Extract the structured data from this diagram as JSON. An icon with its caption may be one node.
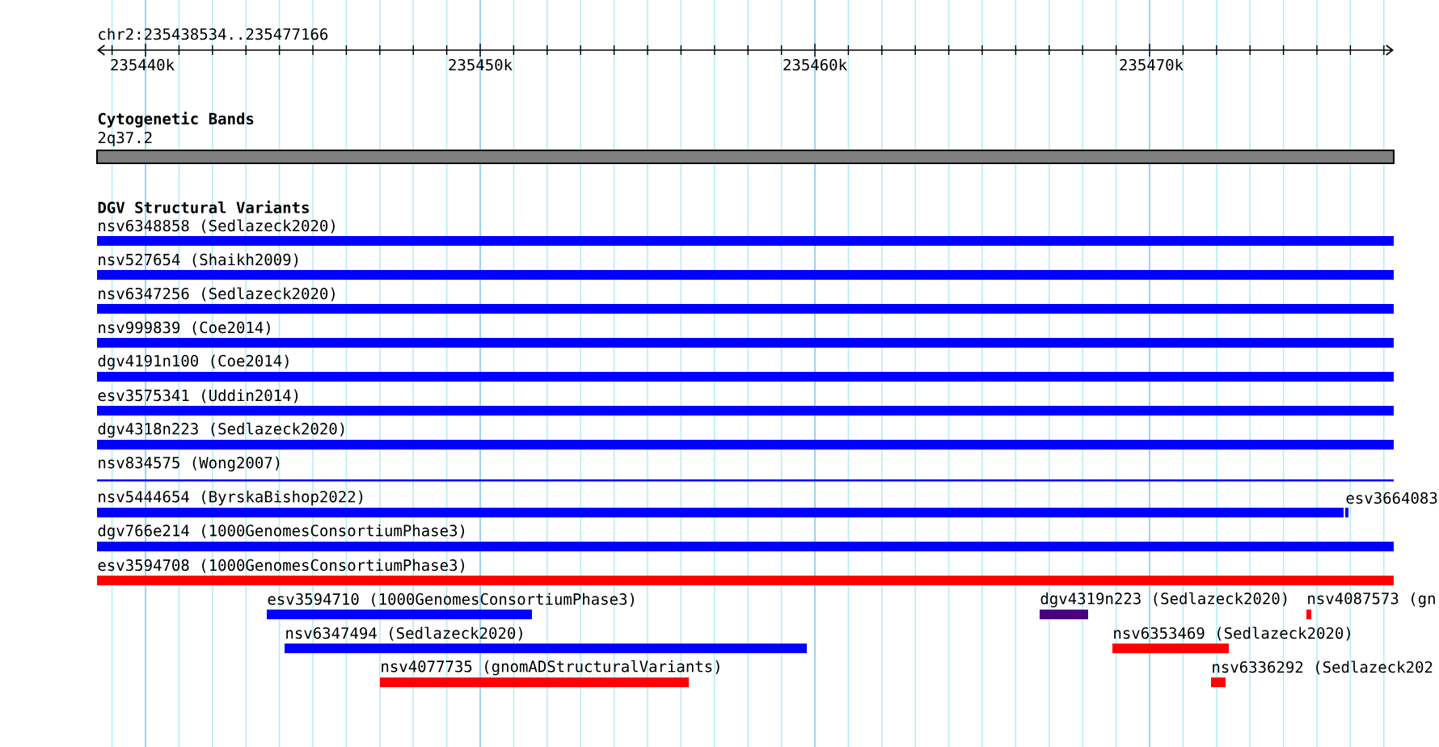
{
  "diagram": {
    "nodes": [
      {
        "text": [
          "2q37.2"
        ]
      },
      {
        "text": [
          "nsv6348858 (Sedlazeck2020)"
        ]
      },
      {
        "text": [
          "nsv527654 (Shaikh2009)"
        ]
      },
      {
        "text": [
          "nsv6347256 (Sedlazeck2020)"
        ]
      },
      {
        "text": [
          "nsv999839 (Coe2014)"
        ]
      },
      {
        "text": [
          "dgv4191n100 (Coe2014)"
        ]
      },
      {
        "text": [
          "esv3575341 (Uddin2014)"
        ]
      },
      {
        "text": [
          "dgv4318n223 (Sedlazeck2020)"
        ]
      },
      {
        "text": [
          "nsv834575 (Wong2007)"
        ]
      },
      {
        "text": [
          "nsv5444654 (ByrskaBishop2022)"
        ]
      },
      {
        "text": [
          "esv3664083"
        ]
      },
      {
        "text": [
          "dgv766e214 (1000GenomesConsortiumPhase3)"
        ]
      },
      {
        "text": [
          "esv3594708 (1000GenomesConsortiumPhase3)"
        ]
      },
      {
        "text": [
          "esv3594710 (1000GenomesConsortiumPhase3)"
        ]
      },
      {
        "text": [
          "dgv4319n223 (Sedlazeck2020)"
        ]
      },
      {
        "text": [
          "nsv4087573 (gn"
        ]
      },
      {
        "text": [
          "nsv6347494 (Sedlazeck2020)"
        ]
      },
      {
        "text": [
          "nsv6353469 (Sedlazeck2020)"
        ]
      },
      {
        "text": [
          "nsv4077735 (gnomADStructuralVariants)"
        ]
      },
      {
        "text": [
          "nsv6336292 (Sedlazeck202"
        ]
      }
    ],
    "labels": [
      "chr2:235438534..235477166",
      "235440k",
      "235450k",
      "235460k",
      "235470k",
      "Cytogenetic Bands",
      "DGV Structural Variants"
    ]
  }
}
